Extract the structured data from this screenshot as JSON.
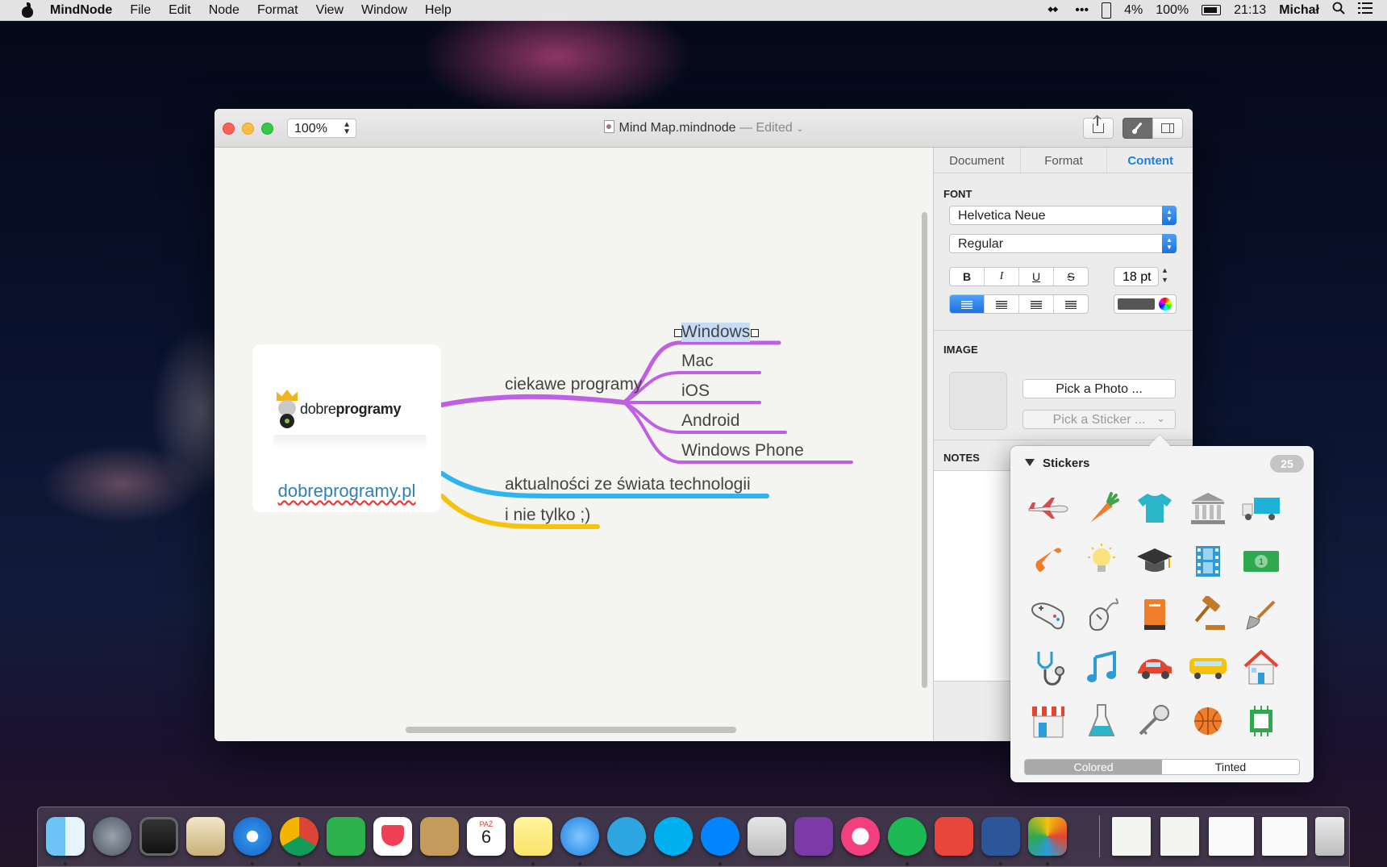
{
  "menubar": {
    "app": "MindNode",
    "items": [
      "File",
      "Edit",
      "Node",
      "Format",
      "View",
      "Window",
      "Help"
    ],
    "battery_small": "4%",
    "battery": "100%",
    "time": "21:13",
    "user": "Michał"
  },
  "window": {
    "zoom": "100%",
    "title": "Mind Map.mindnode",
    "title_status": "— Edited"
  },
  "canvas": {
    "root_link": "dobreprogramy.pl",
    "logo_text_light": "dobre",
    "logo_text_bold": "programy",
    "branches": [
      {
        "label": "ciekawe programy",
        "color": "#c15fe4"
      },
      {
        "label": "aktualności ze świata technologii",
        "color": "#2fb4ef"
      },
      {
        "label": "i nie tylko ;)",
        "color": "#f6c30c"
      }
    ],
    "children": [
      "Windows",
      "Mac",
      "iOS",
      "Android",
      "Windows Phone"
    ]
  },
  "inspector": {
    "tabs": [
      "Document",
      "Format",
      "Content"
    ],
    "active_tab": "Content",
    "font_title": "FONT",
    "font_family": "Helvetica Neue",
    "font_style": "Regular",
    "style_buttons": [
      "B",
      "I",
      "U",
      "S"
    ],
    "font_size": "18 pt",
    "image_title": "IMAGE",
    "pick_photo": "Pick a Photo ...",
    "pick_sticker": "Pick a Sticker ...",
    "notes_title": "NOTES"
  },
  "stickers": {
    "title": "Stickers",
    "count": "25",
    "items": [
      "airplane",
      "carrot",
      "tshirt",
      "bank",
      "truck",
      "phone",
      "lightbulb",
      "graduation-cap",
      "film",
      "money",
      "gamepad",
      "mouse",
      "book",
      "gavel",
      "shovel",
      "stethoscope",
      "music-note",
      "car",
      "bus",
      "house",
      "shop",
      "flask",
      "key",
      "basketball",
      "chip"
    ],
    "mode_colored": "Colored",
    "mode_tinted": "Tinted",
    "active_mode": "Colored"
  },
  "dock": {
    "apps": [
      "Finder",
      "Launchpad",
      "Photo Booth",
      "Mail",
      "Safari",
      "Chrome",
      "Feedly",
      "Pocket",
      "Contacts",
      "Calendar",
      "Notes",
      "Messages",
      "Telegram",
      "Skype",
      "Messenger",
      "Preview",
      "OneNote",
      "iTunes",
      "Spotify",
      "Downloader",
      "Word",
      "MindNode"
    ],
    "calendar_month": "PAŹ",
    "calendar_day": "6"
  }
}
